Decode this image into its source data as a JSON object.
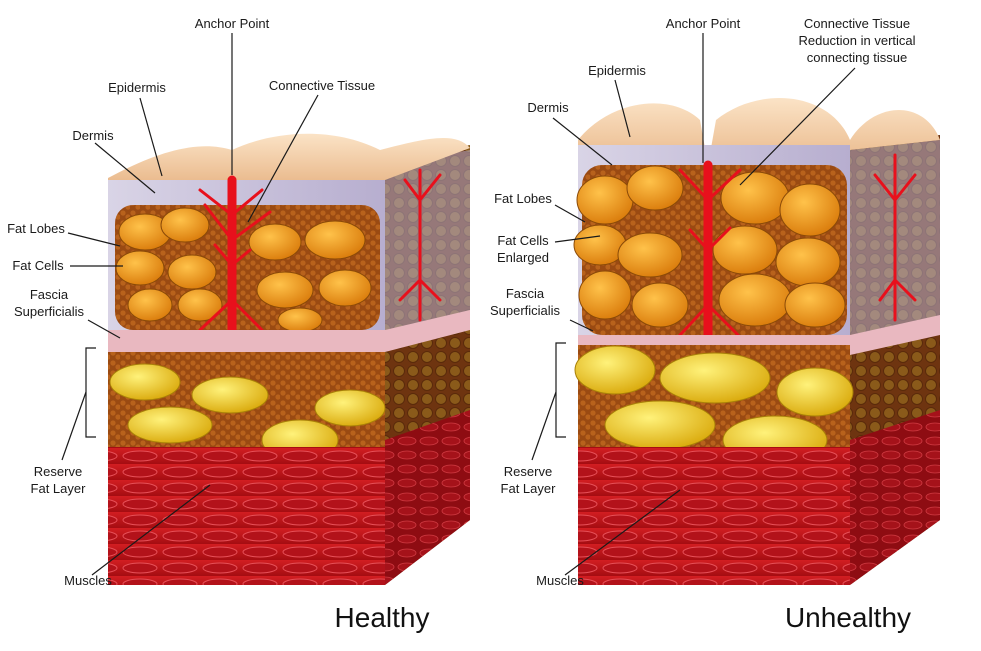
{
  "healthy": {
    "title": "Healthy",
    "labels": {
      "anchor_point": "Anchor Point",
      "epidermis": "Epidermis",
      "connective_tissue": "Connective Tissue",
      "dermis": "Dermis",
      "fat_lobes": "Fat Lobes",
      "fat_cells": "Fat Cells",
      "fascia_line1": "Fascia",
      "fascia_line2": "Superficialis",
      "reserve_line1": "Reserve",
      "reserve_line2": "Fat Layer",
      "muscles": "Muscles"
    }
  },
  "unhealthy": {
    "title": "Unhealthy",
    "labels": {
      "anchor_point": "Anchor Point",
      "connective_line1": "Connective Tissue",
      "connective_line2": "Reduction in vertical",
      "connective_line3": "connecting tissue",
      "epidermis": "Epidermis",
      "dermis": "Dermis",
      "fat_lobes": "Fat Lobes",
      "fat_cells_line1": "Fat Cells",
      "fat_cells_line2": "Enlarged",
      "fascia_line1": "Fascia",
      "fascia_line2": "Superficialis",
      "reserve_line1": "Reserve",
      "reserve_line2": "Fat Layer",
      "muscles": "Muscles"
    }
  },
  "colors": {
    "epidermis": "#f2c9a0",
    "dermis": "#c9c2dc",
    "fat_lobe": "#f0a020",
    "connective": "#e8101c",
    "reserve_fat": "#f2d21a",
    "brown_fat": "#9a4a12",
    "muscle": "#c4141a",
    "side_face": "#7a3a10"
  }
}
